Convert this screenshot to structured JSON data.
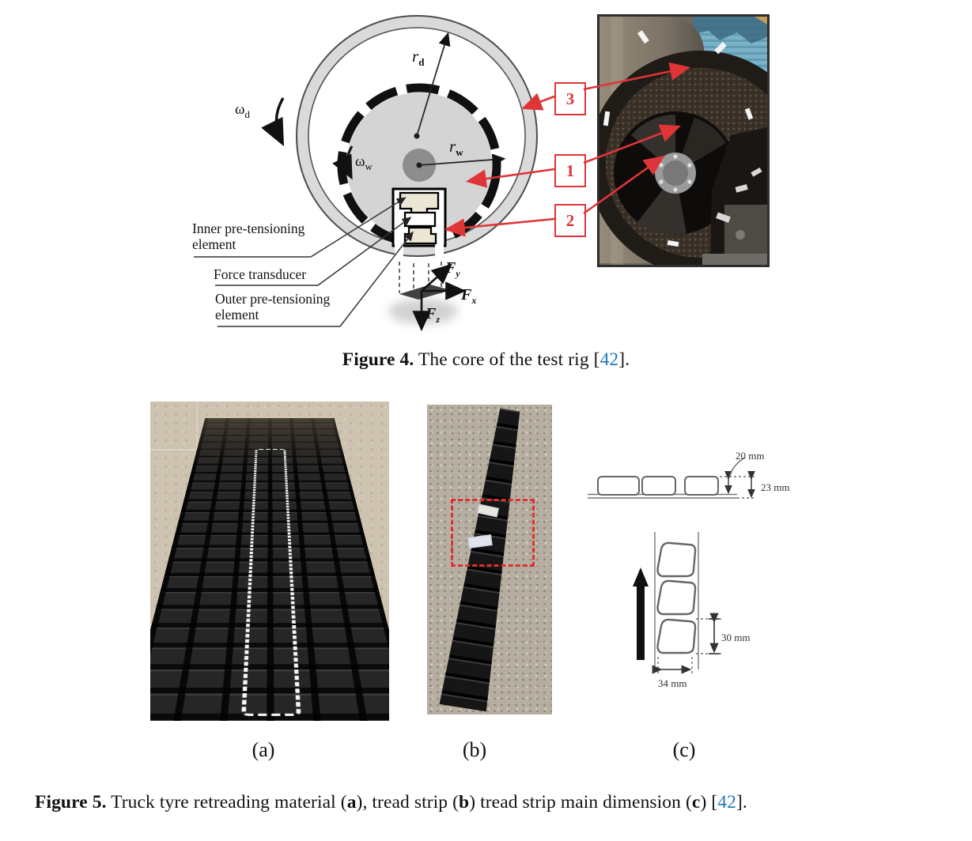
{
  "colors": {
    "accent_red": "#df3538",
    "link_blue": "#2478b5"
  },
  "figure4": {
    "schematic": {
      "omega_drum": {
        "base": "ω",
        "sub": "d"
      },
      "omega_wheel": {
        "base": "ω",
        "sub": "w"
      },
      "radius_drum": {
        "base": "r",
        "sub": "d"
      },
      "radius_wheel": {
        "base": "r",
        "sub": "w"
      },
      "label_inner_line1": "Inner pre-tensioning",
      "label_inner_line2": "element",
      "label_force": "Force transducer",
      "label_outer_line1": "Outer pre-tensioning",
      "label_outer_line2": "element",
      "force_x": {
        "base": "F",
        "sub": "x"
      },
      "force_y": {
        "base": "F",
        "sub": "y"
      },
      "force_z": {
        "base": "F",
        "sub": "z"
      }
    },
    "callouts": {
      "box3": "3",
      "box1": "1",
      "box2": "2"
    },
    "caption": {
      "bold": "Figure 4.",
      "t1": " The core of the test rig [",
      "ref": "42",
      "t2": "]."
    }
  },
  "figure5": {
    "panel_labels": {
      "a": "(a)",
      "b": "(b)",
      "c": "(c)"
    },
    "dimensions": {
      "d20": "20 mm",
      "d23": "23 mm",
      "d30": "30 mm",
      "d34": "34 mm"
    },
    "caption": {
      "bold": "Figure 5.",
      "t1": " Truck tyre retreading material (",
      "a": "a",
      "t2": "), tread strip (",
      "b": "b",
      "t3": ") tread strip main dimension (",
      "c": "c",
      "t4": ") [",
      "ref": "42",
      "t5": "]."
    }
  }
}
